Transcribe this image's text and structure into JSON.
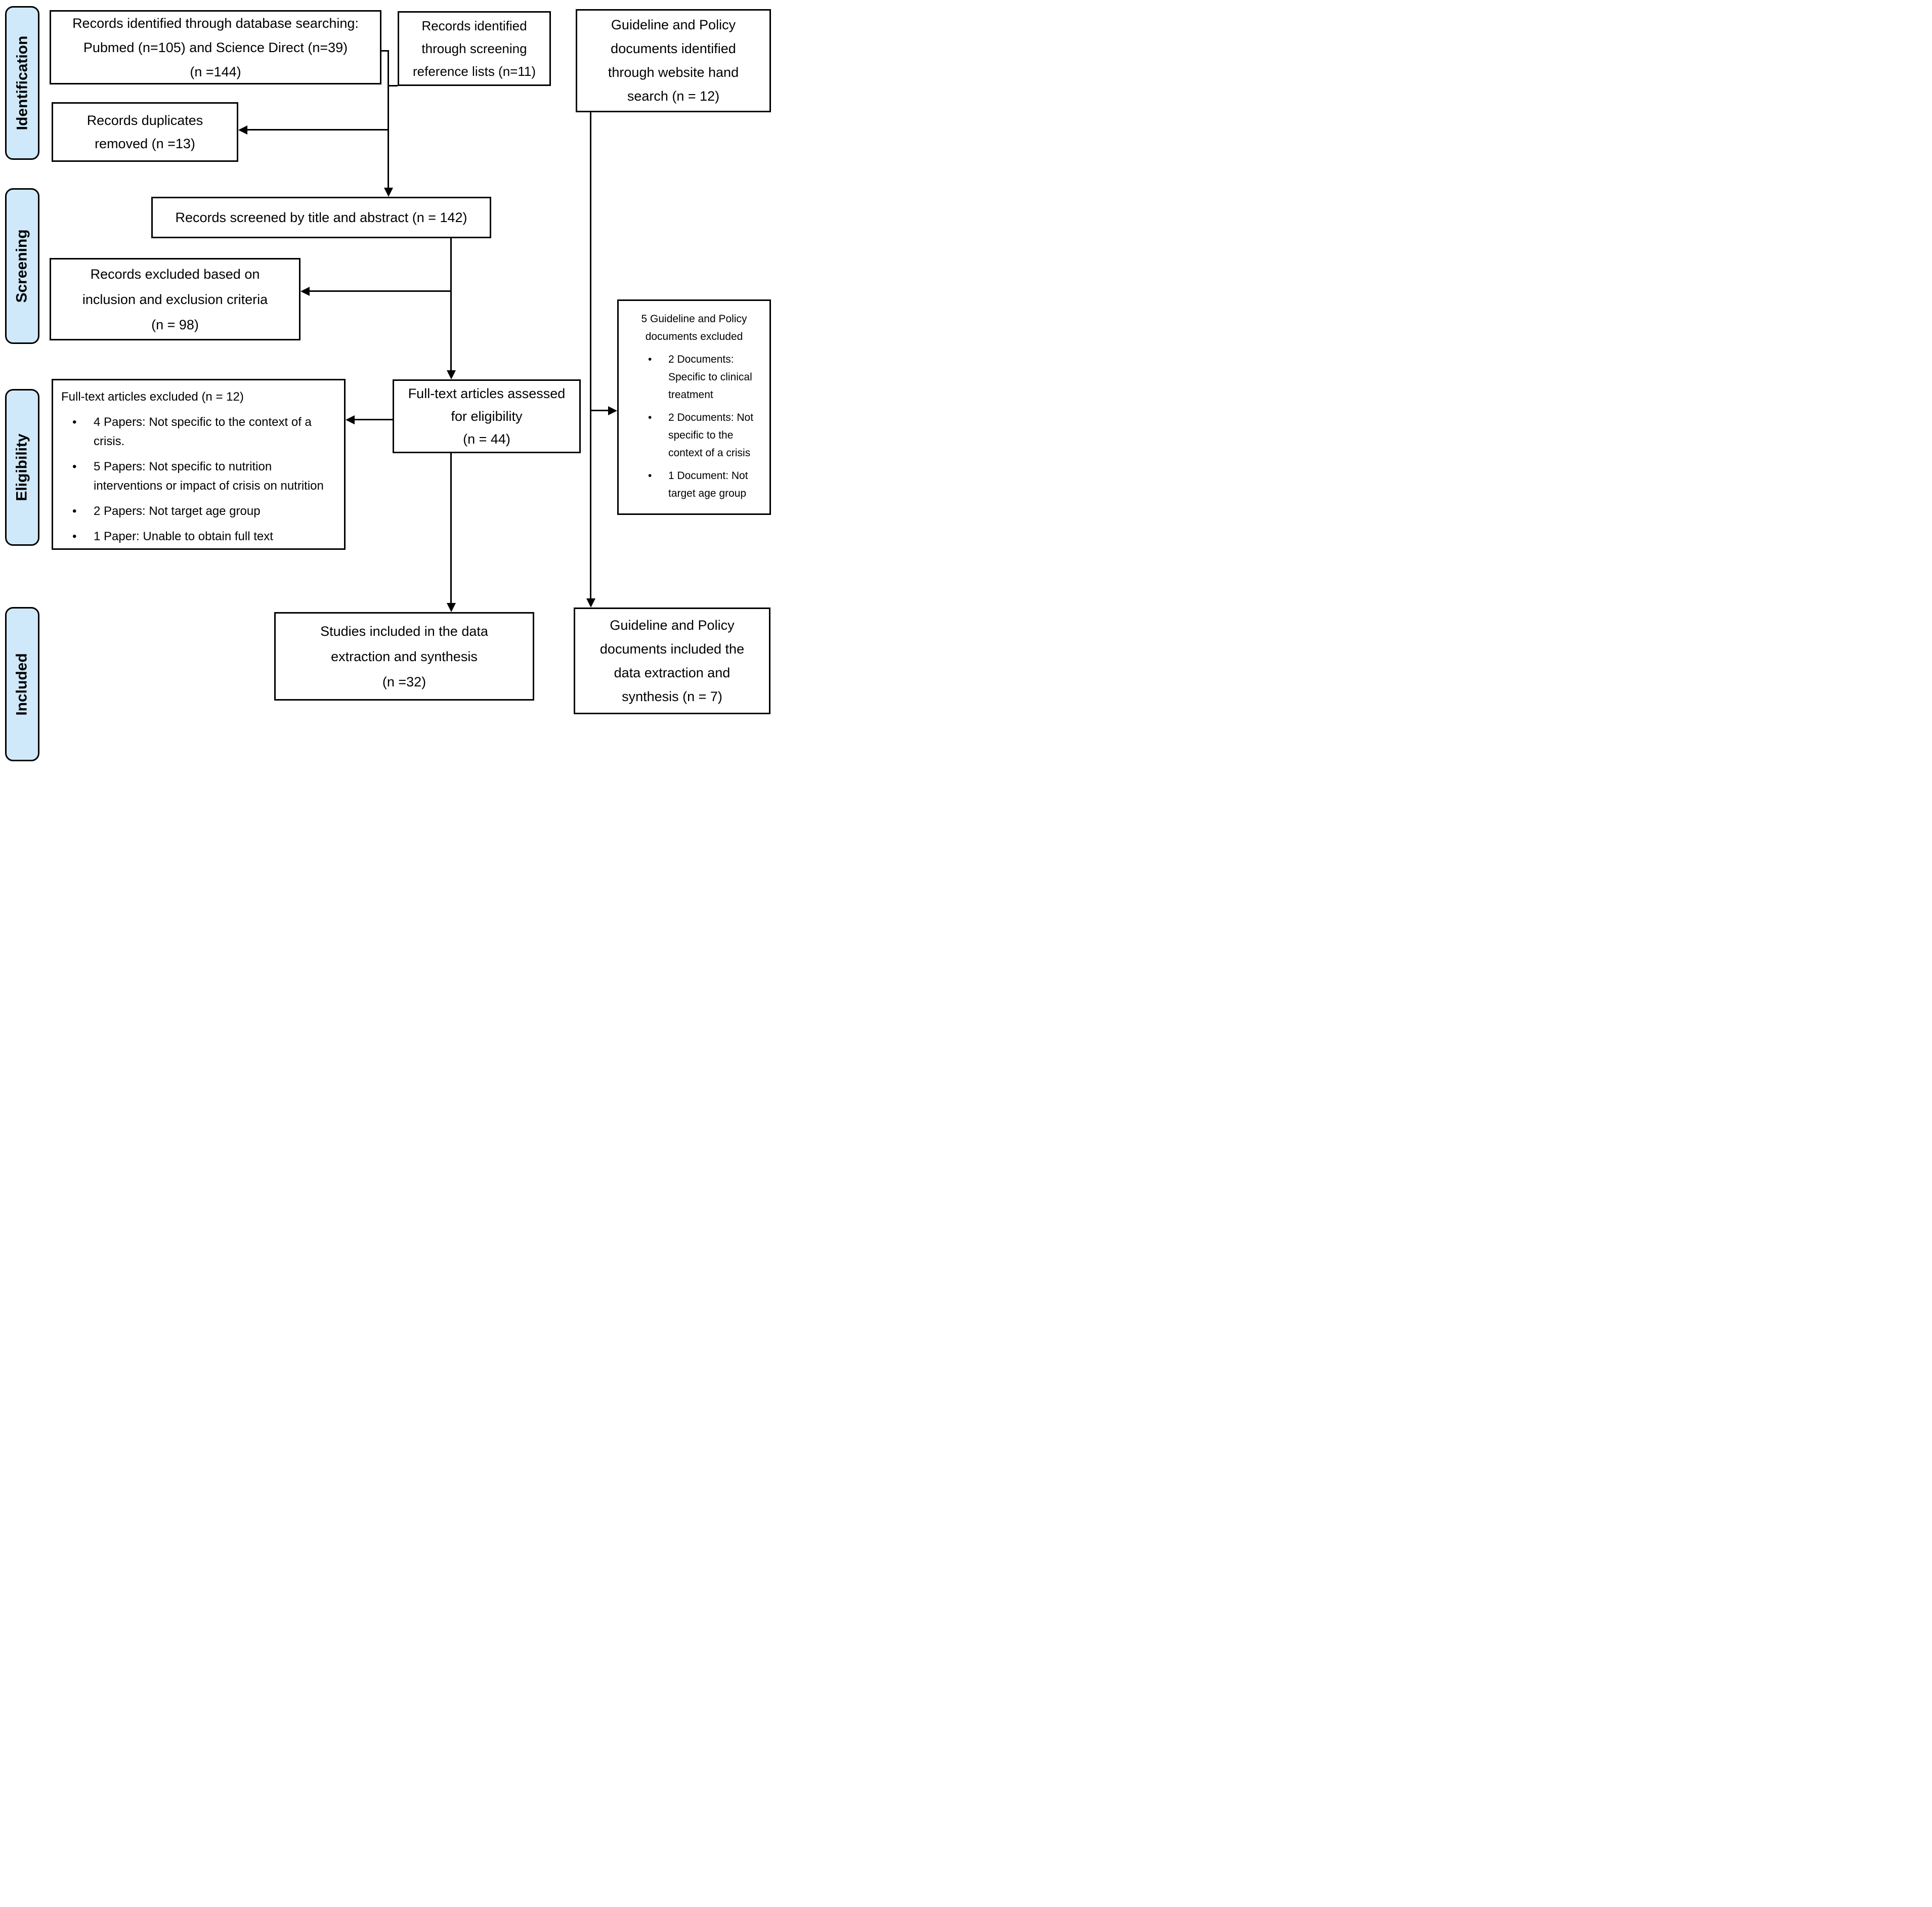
{
  "colors": {
    "stage_fill": "#cfe9fb",
    "line": "#000000",
    "box_bg": "#ffffff"
  },
  "stages": [
    {
      "label": "Identification"
    },
    {
      "label": "Screening"
    },
    {
      "label": "Eligibility"
    },
    {
      "label": "Included"
    }
  ],
  "boxes": {
    "records_db": {
      "lines": [
        "Records identified through database searching:",
        "Pubmed (n=105) and Science Direct (n=39)",
        "(n =144)"
      ]
    },
    "records_ref": {
      "lines": [
        "Records identified",
        "through screening",
        "reference lists (n=11)"
      ]
    },
    "guideline_identified": {
      "lines": [
        "Guideline and Policy",
        "documents identified",
        "through website hand",
        "search (n = 12)"
      ]
    },
    "duplicates_removed": {
      "lines": [
        "Records duplicates",
        "removed (n =13)"
      ]
    },
    "records_screened": {
      "lines": [
        "Records screened by title and abstract (n = 142)"
      ]
    },
    "records_excluded": {
      "lines": [
        "Records excluded based on",
        "inclusion and exclusion criteria",
        "(n = 98)"
      ]
    },
    "fulltext_excluded": {
      "title": "Full-text articles excluded (n = 12)",
      "bullets": [
        "4 Papers: Not specific to the context of a crisis.",
        "5 Papers: Not specific to nutrition interventions or impact of crisis on nutrition",
        "2 Papers: Not target age group",
        "1 Paper: Unable to obtain full text"
      ]
    },
    "fulltext_assessed": {
      "lines": [
        "Full-text articles assessed",
        "for eligibility",
        "(n = 44)"
      ]
    },
    "guideline_excluded": {
      "title_lines": [
        "5 Guideline and Policy",
        "documents excluded"
      ],
      "bullets": [
        "2 Documents: Specific to clinical treatment",
        "2 Documents: Not specific to the context of a crisis",
        "1 Document: Not target age group"
      ]
    },
    "studies_included": {
      "lines": [
        "Studies included in the data",
        "extraction and synthesis",
        "(n =32)"
      ]
    },
    "guideline_included": {
      "lines": [
        "Guideline and Policy",
        "documents included the",
        "data extraction and",
        "synthesis (n = 7)"
      ]
    }
  }
}
